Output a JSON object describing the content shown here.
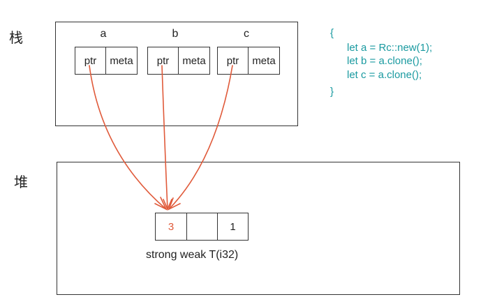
{
  "labels": {
    "stack": "栈",
    "heap": "堆"
  },
  "stack_vars": [
    {
      "name": "a",
      "ptr": "ptr",
      "meta": "meta"
    },
    {
      "name": "b",
      "ptr": "ptr",
      "meta": "meta"
    },
    {
      "name": "c",
      "ptr": "ptr",
      "meta": "meta"
    }
  ],
  "code": {
    "open": "{",
    "lines": [
      "let a = Rc::new(1);",
      "let b = a.clone();",
      "let c = a.clone();"
    ],
    "close": "}"
  },
  "heap": {
    "strong": "3",
    "weak": "",
    "value": "1",
    "caption": "strong weak T(i32)"
  },
  "colors": {
    "arrow": "#e05a3a",
    "code": "#1a9aa0",
    "strong_count": "#e05a3a",
    "border": "#333333"
  }
}
